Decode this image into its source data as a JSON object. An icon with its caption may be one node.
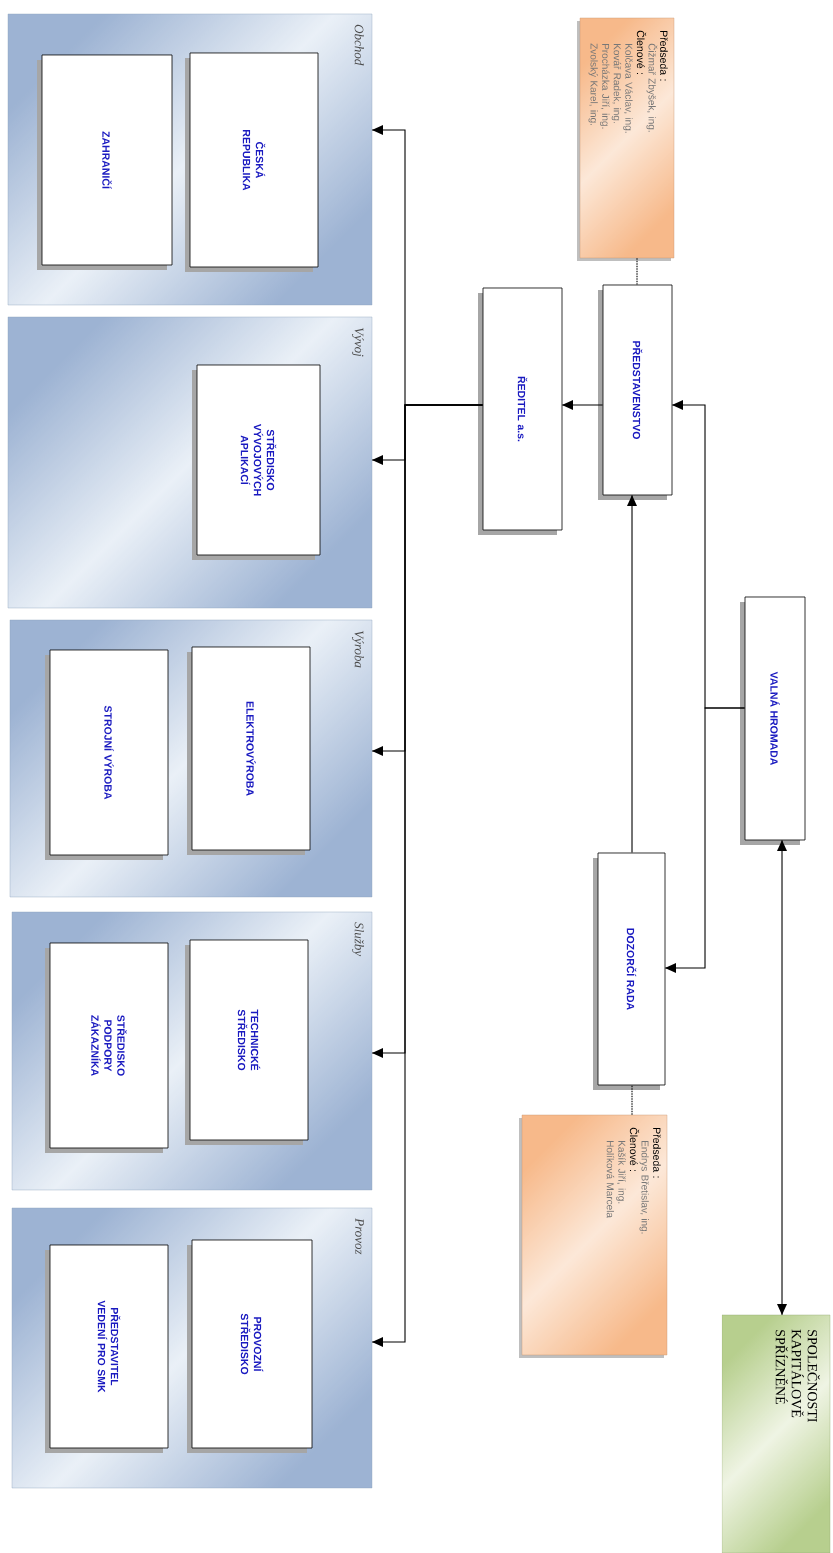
{
  "diagram": {
    "nodes": [
      {
        "text": [
          "VALNÁ HROMADA"
        ]
      },
      {
        "text": [
          "SPOLEČNOSTI KAPITÁLOVĚ SPŘÍZNĚNÉ"
        ]
      },
      {
        "text": [
          "PŘEDSTAVENSTVO"
        ]
      },
      {
        "text": [
          "Předseda :",
          "Čižmař Zbyšek, ing.",
          "Členové :",
          "Kolčava Václav, ing.",
          "Kovář Radek, ing.",
          "Procházka Jiří, ing.",
          "Zvolský Karel, ing."
        ]
      },
      {
        "text": [
          "ŘEDITEL a.s."
        ]
      },
      {
        "text": [
          "DOZORČÍ RADA"
        ]
      },
      {
        "text": [
          "Předseda :",
          "Endrys Břetislav, ing.",
          "Členové :",
          "Kašík Jiří, ing.",
          "Holíková Marcela"
        ]
      },
      {
        "text": [
          "Obchod"
        ]
      },
      {
        "text": [
          "ČESKÁ REPUBLIKA"
        ],
        "in": 7
      },
      {
        "text": [
          "ZAHRANIČÍ"
        ],
        "in": 7
      },
      {
        "text": [
          "Vývoj"
        ]
      },
      {
        "text": [
          "STŘEDISKO VÝVOJOVÝCH APLIKACÍ"
        ],
        "in": 10
      },
      {
        "text": [
          "Výroba"
        ]
      },
      {
        "text": [
          "ELEKTROVÝROBA"
        ],
        "in": 12
      },
      {
        "text": [
          "STROJNÍ VÝROBA"
        ],
        "in": 12
      },
      {
        "text": [
          "Služby"
        ]
      },
      {
        "text": [
          "TECHNICKÉ STŘEDISKO"
        ],
        "in": 15
      },
      {
        "text": [
          "STŘEDISKO PODPORY ZÁKAZNÍKA"
        ],
        "in": 15
      },
      {
        "text": [
          "Provoz"
        ]
      },
      {
        "text": [
          "PROVOZNÍ STŘEDISKO"
        ],
        "in": 18
      },
      {
        "text": [
          "PŘEDSTAVITEL VEDENÍ PRO SMK"
        ],
        "in": 18
      }
    ],
    "edges": [
      {
        "from": 0,
        "to": 2,
        "arrow": "to"
      },
      {
        "from": 0,
        "to": 5,
        "arrow": "to"
      },
      {
        "from": 0,
        "to": 1,
        "arrow": "both"
      },
      {
        "from": 5,
        "to": 2,
        "arrow": "to"
      },
      {
        "from": 3,
        "to": 2,
        "arrow": "none",
        "style": "dashed"
      },
      {
        "from": 6,
        "to": 5,
        "arrow": "none",
        "style": "dashed"
      },
      {
        "from": 2,
        "to": 4,
        "arrow": "to"
      },
      {
        "from": 4,
        "to": 7,
        "arrow": "to"
      },
      {
        "from": 4,
        "to": 10,
        "arrow": "to"
      },
      {
        "from": 4,
        "to": 12,
        "arrow": "to"
      },
      {
        "from": 4,
        "to": 15,
        "arrow": "to"
      },
      {
        "from": 4,
        "to": 18,
        "arrow": "to"
      }
    ]
  }
}
